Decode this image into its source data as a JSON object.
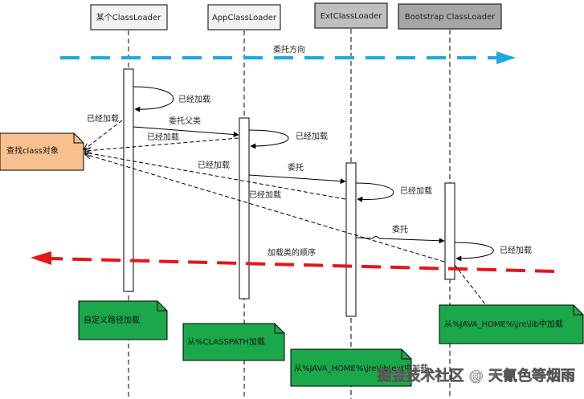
{
  "participants": [
    {
      "label": "某个ClassLoader",
      "fill": "#f2f2f2"
    },
    {
      "label": "AppClassLoader",
      "fill": "#f2f2f2"
    },
    {
      "label": "ExtClassLoader",
      "fill": "#bfbfbf"
    },
    {
      "label": "Bootstrap ClassLoader",
      "fill": "#a6a6a6"
    }
  ],
  "delegate_direction_label": "委托方向",
  "load_order_label": "加载类的顺序",
  "find_class_note": "查找class对象",
  "messages": {
    "self_loaded_1": "已经加载",
    "delegate_parent": "委托父类",
    "self_loaded_2": "已经加载",
    "return_loaded_1": "已经加载",
    "return_loaded_2": "已经加载",
    "return_loaded_3": "已经加载",
    "delegate_1": "委托",
    "self_loaded_3": "已经加载",
    "return_loaded_4": "已经加载",
    "delegate_2": "委托",
    "self_loaded_4": "已经加载"
  },
  "notes": {
    "custom_path": "自定义路径加载",
    "classpath": "从%CLASSPATH加载",
    "jre_lib_ext": "从%JAVA_HOME%\\jre\\lib\\ext中加载",
    "jre_lib": "从%JAVA_HOME%\\jre\\lib中加载"
  },
  "watermark": "掘金技术社区 @ 天氰色等烟雨",
  "colors": {
    "blue_arrow": "#1fa8e0",
    "red_arrow": "#e8141b",
    "note_green": "#1aa84a",
    "note_orange": "#f9c08f"
  }
}
